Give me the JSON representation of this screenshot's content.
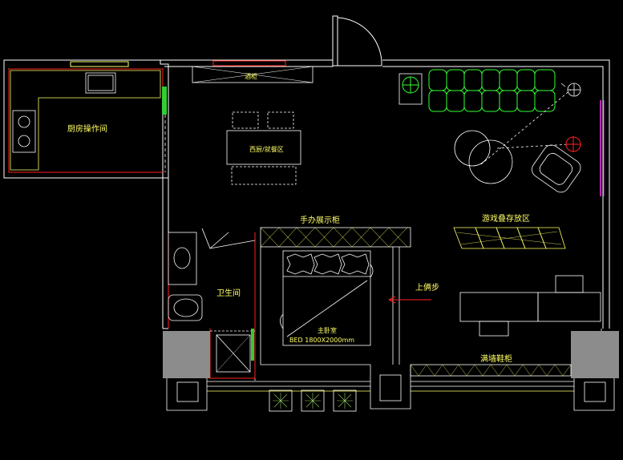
{
  "rooms": {
    "kitchen": "厨房操作间",
    "dining": "西厨/就餐区",
    "cabinet_top": "酒柜",
    "figure_cabinet": "手办展示柜",
    "game_storage": "游戏叠存放区",
    "bathroom": "卫生间",
    "master_bedroom": "主卧室",
    "bed_size": "BED 1800X2000mm",
    "step_up": "上俩步",
    "shoe_cabinet": "满墙鞋柜"
  },
  "colors": {
    "wall": "#ffffff",
    "red_line": "#ff2020",
    "yellow": "#ffff66",
    "green": "#33ff33",
    "grey": "#8c8c8c"
  }
}
